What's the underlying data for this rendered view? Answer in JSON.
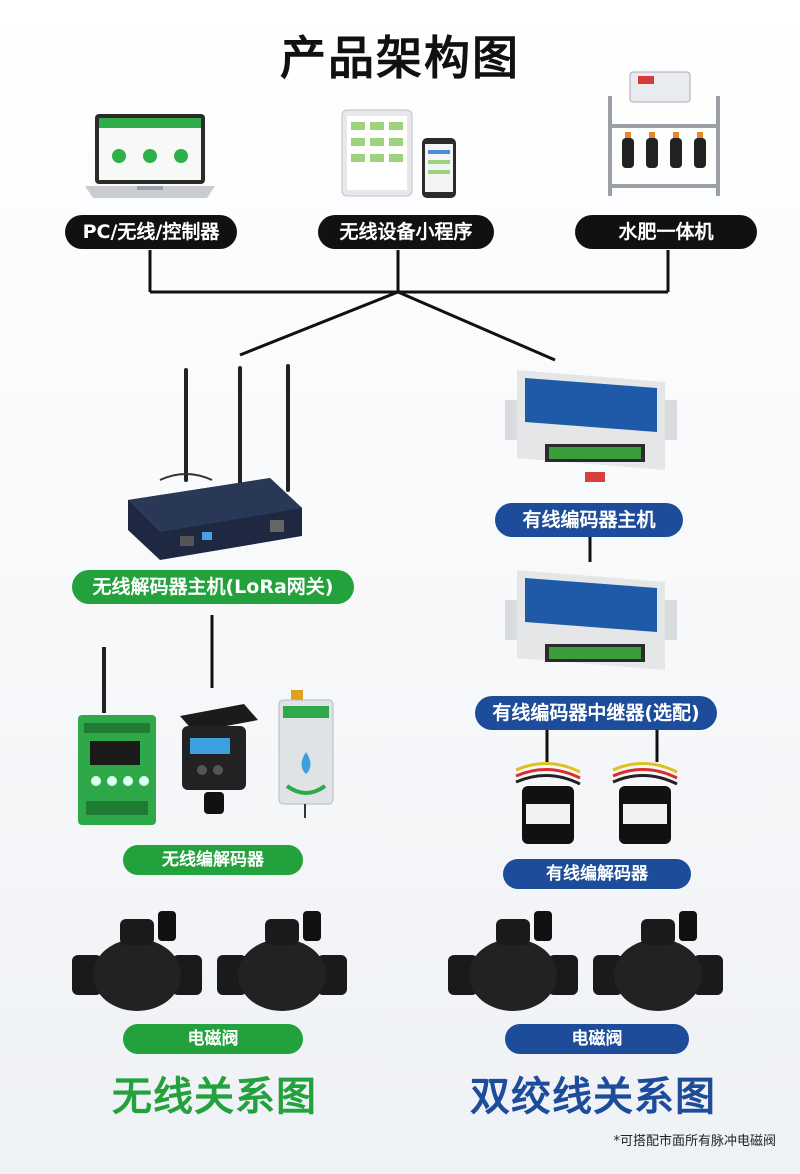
{
  "title": "产品架构图",
  "top_labels": [
    "PC/无线/控制器",
    "无线设备小程序",
    "水肥一体机"
  ],
  "wireless": {
    "gateway_label": "无线解码器主机(LoRa网关)",
    "decoder_label": "无线编解码器",
    "valve_label": "电磁阀",
    "caption": "无线关系图"
  },
  "wired": {
    "host_label": "有线编码器主机",
    "repeater_label": "有线编码器中继器(选配)",
    "decoder_label": "有线编解码器",
    "valve_label": "电磁阀",
    "caption": "双绞线关系图"
  },
  "footnote": "*可搭配市面所有脉冲电磁阀",
  "colors": {
    "green": "#22a13c",
    "blue": "#1d4c9a",
    "black": "#111111"
  }
}
